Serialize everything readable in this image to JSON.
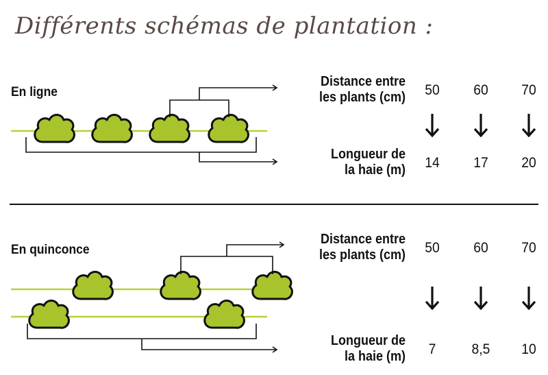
{
  "title": "Différents schémas de plantation :",
  "colors": {
    "plant": "#a8c42c",
    "line": "#b6d23a",
    "ink": "#111111",
    "title": "#5a4a44"
  },
  "sections": [
    {
      "label": "En ligne",
      "header_top": [
        "Distance entre",
        "les plants (cm)"
      ],
      "distances": [
        "50",
        "60",
        "70"
      ],
      "header_bottom": [
        "Longueur de",
        "la haie (m)"
      ],
      "lengths": [
        "14",
        "17",
        "20"
      ]
    },
    {
      "label": "En quinconce",
      "header_top": [
        "Distance entre",
        "les plants (cm)"
      ],
      "distances": [
        "50",
        "60",
        "70"
      ],
      "header_bottom": [
        "Longueur de",
        "la haie (m)"
      ],
      "lengths": [
        "7",
        "8,5",
        "10"
      ]
    }
  ],
  "icons": {
    "down_arrow": "down-arrow-icon",
    "plant": "shrub-icon"
  }
}
